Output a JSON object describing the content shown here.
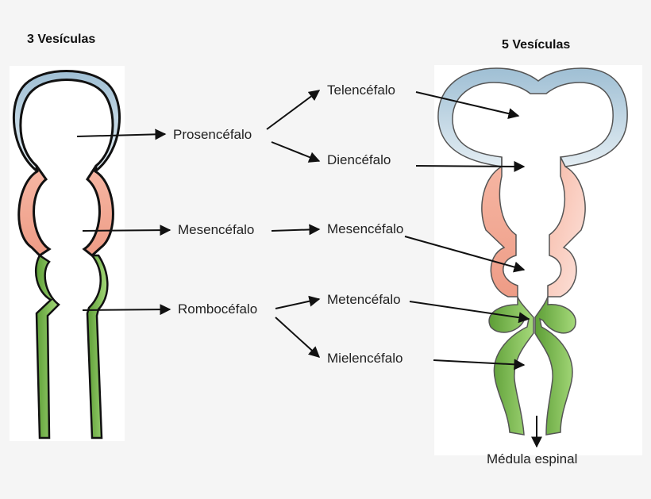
{
  "titles": {
    "left": "3 Vesículas",
    "right": "5 Vesículas"
  },
  "three_vesicles": [
    {
      "label": "Prosencéfalo",
      "color": "#c3d6e3"
    },
    {
      "label": "Mesencéfalo",
      "color": "#f2a896"
    },
    {
      "label": "Rombocéfalo",
      "color": "#8cc95a"
    }
  ],
  "five_vesicles": [
    {
      "label": "Telencéfalo",
      "color": "#c3d6e3"
    },
    {
      "label": "Diencéfalo",
      "color": "#c3d6e3"
    },
    {
      "label": "Mesencéfalo",
      "color": "#f2a896"
    },
    {
      "label": "Metencéfalo",
      "color": "#6fb044"
    },
    {
      "label": "Mielencéfalo",
      "color": "#6fb044"
    }
  ],
  "spinal_cord_label": "Médula espinal"
}
